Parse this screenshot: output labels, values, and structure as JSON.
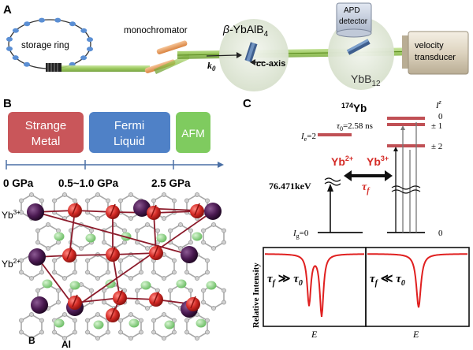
{
  "panel_a": {
    "label": "A",
    "storage_ring": "storage ring",
    "monochromator": "monochromator",
    "sample_prefix": "β-",
    "sample_name": "YbAlB",
    "sample_sub": "4",
    "k0": "k",
    "k0_sub": "0",
    "c_axis": "c-axis",
    "apd_line1": "APD",
    "apd_line2": "detector",
    "ref_name": "YbB",
    "ref_sub": "12",
    "transducer_line1": "velocity",
    "transducer_line2": "transducer",
    "colors": {
      "beam": "#9ccc4c",
      "sphere": "#dfe8d6",
      "electron": "#5b8fd4"
    }
  },
  "panel_b": {
    "label": "B",
    "phases": [
      {
        "line1": "Strange",
        "line2": "Metal",
        "color": "#c9565a"
      },
      {
        "line1": "Fermi",
        "line2": "Liquid",
        "color": "#4f81c7"
      },
      {
        "line1": "AFM",
        "line2": "",
        "color": "#7fcb5f"
      }
    ],
    "pressures": [
      "0 GPa",
      "0.5~1.0 GPa",
      "2.5 GPa"
    ],
    "atom_labels": {
      "yb3": "Yb",
      "yb3_sup": "3+",
      "yb2": "Yb",
      "yb2_sup": "2+",
      "b": "B",
      "al": "Al"
    },
    "colors": {
      "yb3": "#d42a25",
      "yb2": "#4b1a52",
      "al": "#8fd68a",
      "b": "#a8a8a8"
    }
  },
  "panel_c": {
    "label": "C",
    "isotope_mass": "174",
    "isotope": "Yb",
    "ie": "I",
    "ie_sub": "e",
    "ie_val": "=2",
    "tau0": "τ",
    "tau0_sub": "0",
    "tau0_val": "=2.58 ns",
    "energy": "76.471keV",
    "ig": "I",
    "ig_sub": "g",
    "ig_val": "=0",
    "iz": "I",
    "iz_sup": "z",
    "levels": [
      "0",
      "± 1",
      "± 2"
    ],
    "ground": "0",
    "yb2": "Yb",
    "yb2_sup": "2+",
    "yb3": "Yb",
    "yb3_sup": "3+",
    "tauf": "τ",
    "tauf_sub": "f",
    "ylabel": "Relative Intensity",
    "xlabel": "E",
    "left_cond": {
      "a": "τ",
      "a_sub": "f",
      "rel": " ≫ ",
      "b": "τ",
      "b_sub": "0"
    },
    "right_cond": {
      "a": "τ",
      "a_sub": "f",
      "rel": " ≪ ",
      "b": "τ",
      "b_sub": "0"
    },
    "colors": {
      "level": "#c05055",
      "curve": "#e02020"
    }
  }
}
